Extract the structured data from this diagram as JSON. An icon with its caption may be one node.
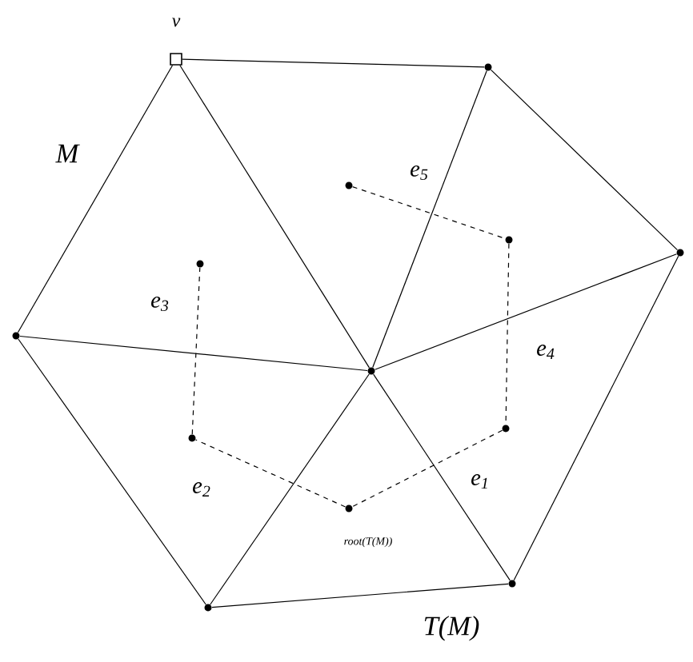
{
  "diagram": {
    "nodes": [
      {
        "text": [],
        "shape": "box",
        "beside": [
          "v"
        ]
      },
      {
        "text": [],
        "shape": "circle"
      },
      {
        "text": [],
        "shape": "circle"
      },
      {
        "text": [],
        "shape": "circle"
      },
      {
        "text": [],
        "shape": "circle"
      },
      {
        "text": [],
        "shape": "circle"
      },
      {
        "text": [],
        "shape": "circle"
      },
      {
        "text": [],
        "shape": "circle"
      },
      {
        "text": [],
        "shape": "circle"
      },
      {
        "text": [],
        "shape": "circle"
      },
      {
        "text": [],
        "shape": "circle"
      },
      {
        "text": [],
        "shape": "circle"
      },
      {
        "text": [],
        "shape": "circle",
        "beside": [
          "root(T(M))"
        ]
      }
    ],
    "edges": [
      {
        "from": 0,
        "to": 1,
        "arrow": "none"
      },
      {
        "from": 1,
        "to": 2,
        "arrow": "none"
      },
      {
        "from": 2,
        "to": 5,
        "arrow": "none"
      },
      {
        "from": 5,
        "to": 6,
        "arrow": "none"
      },
      {
        "from": 6,
        "to": 3,
        "arrow": "none"
      },
      {
        "from": 3,
        "to": 0,
        "arrow": "none"
      },
      {
        "from": 0,
        "to": 4,
        "arrow": "none"
      },
      {
        "from": 1,
        "to": 4,
        "arrow": "none"
      },
      {
        "from": 2,
        "to": 4,
        "arrow": "none"
      },
      {
        "from": 5,
        "to": 4,
        "arrow": "none"
      },
      {
        "from": 6,
        "to": 4,
        "arrow": "none"
      },
      {
        "from": 3,
        "to": 4,
        "arrow": "none"
      },
      {
        "from": 7,
        "to": 8,
        "arrow": "none",
        "style": "dashed",
        "label": "e$_{5}$"
      },
      {
        "from": 8,
        "to": 10,
        "arrow": "none",
        "style": "dashed",
        "label": "e$_{4}$"
      },
      {
        "from": 10,
        "to": 12,
        "arrow": "none",
        "style": "dashed",
        "label": "e$_{1}$"
      },
      {
        "from": 12,
        "to": 11,
        "arrow": "none",
        "style": "dashed",
        "label": "e$_{2}$"
      },
      {
        "from": 11,
        "to": 9,
        "arrow": "none",
        "style": "dashed",
        "label": "e$_{3}$"
      }
    ],
    "labels": [
      "M",
      "T(M)"
    ]
  }
}
